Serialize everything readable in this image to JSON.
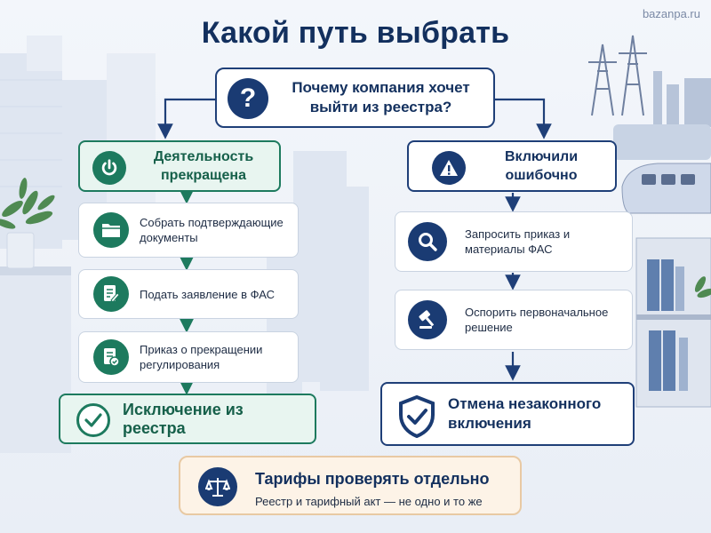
{
  "watermark": "bazanpa.ru",
  "title": "Какой путь выбрать",
  "question": {
    "text": "Почему компания хочет выйти из реестра?",
    "icon": "question-icon"
  },
  "branches": {
    "left": {
      "heading": "Деятельность прекращена",
      "icon": "power-icon",
      "steps": [
        {
          "text": "Собрать подтверждающие документы",
          "icon": "folder-icon"
        },
        {
          "text": "Подать заявление в ФАС",
          "icon": "document-pen-icon"
        },
        {
          "text": "Приказ о прекращении регулирования",
          "icon": "document-check-icon"
        }
      ],
      "result": {
        "text": "Исключение из реестра",
        "icon": "checkmark-icon"
      }
    },
    "right": {
      "heading": "Включили ошибочно",
      "icon": "warning-icon",
      "steps": [
        {
          "text": "Запросить приказ и материалы ФАС",
          "icon": "magnifier-icon"
        },
        {
          "text": "Оспорить первоначальное решение",
          "icon": "gavel-icon"
        }
      ],
      "result": {
        "text": "Отмена незаконного включения",
        "icon": "shield-check-icon"
      }
    }
  },
  "note": {
    "title": "Тарифы проверять отдельно",
    "subtitle": "Реестр и тарифный акт — не одно и то же",
    "icon": "scales-icon"
  },
  "colors": {
    "navy": "#1a3b73",
    "green": "#1d7a5e",
    "green_bg": "#e8f5f0",
    "note_bg": "#fdf3e7"
  }
}
